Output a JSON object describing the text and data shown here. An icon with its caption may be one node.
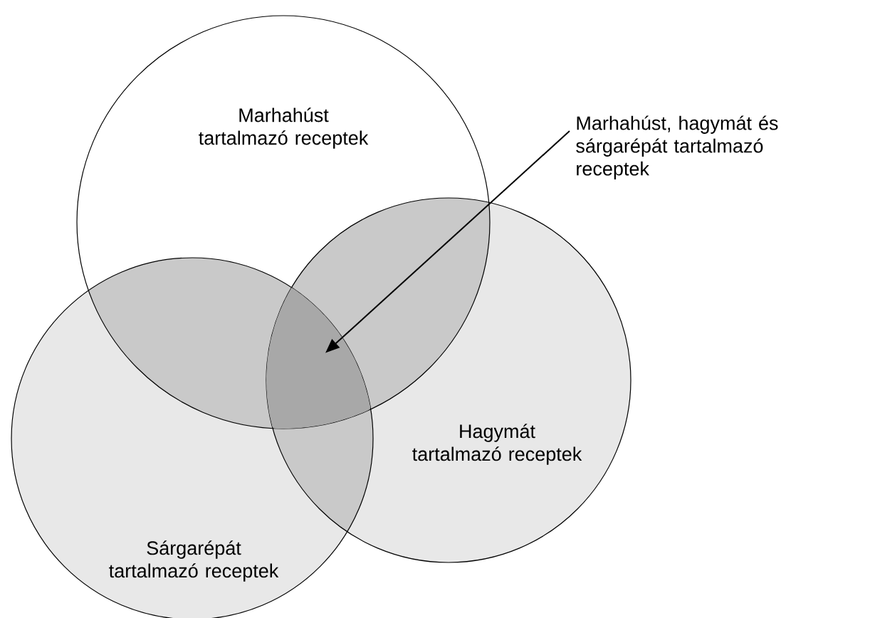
{
  "diagram": {
    "nodes": [
      {
        "text": [
          "Marhahúst tartalmazó receptek"
        ]
      },
      {
        "text": [
          "Hagymát tartalmazó receptek"
        ]
      },
      {
        "text": [
          "Sárgarépát tartalmazó receptek"
        ]
      },
      {
        "text": [
          "Marhahúst, hagymát és sárgarépát tartalmazó receptek"
        ]
      },
      {
        "text": [],
        "shape": "region"
      }
    ],
    "edges": [
      {
        "from": 3,
        "to": 4,
        "arrow": "to"
      }
    ]
  }
}
